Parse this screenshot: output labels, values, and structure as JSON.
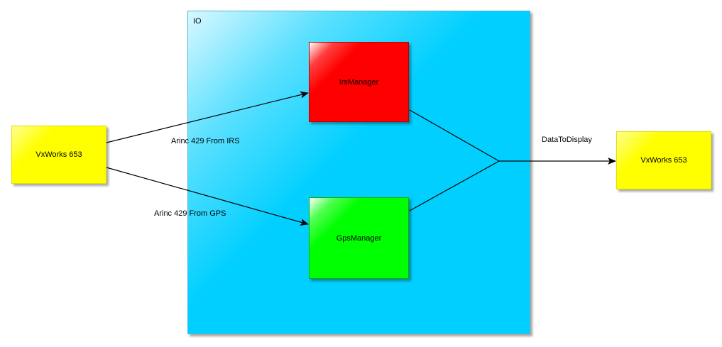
{
  "container": {
    "label": "IO",
    "color": "#00cfff"
  },
  "nodes": {
    "source": {
      "label": "VxWorks 653",
      "color": "#ffff00"
    },
    "irs_manager": {
      "label": "IrsManager",
      "color": "#ff0000"
    },
    "gps_manager": {
      "label": "GpsManager",
      "color": "#00ff00"
    },
    "target": {
      "label": "VxWorks 653",
      "color": "#ffff00"
    }
  },
  "edges": {
    "irs": {
      "label": "Arinc 429 From IRS"
    },
    "gps": {
      "label": "Arinc 429 From GPS"
    },
    "display": {
      "label": "DataToDisplay"
    }
  }
}
